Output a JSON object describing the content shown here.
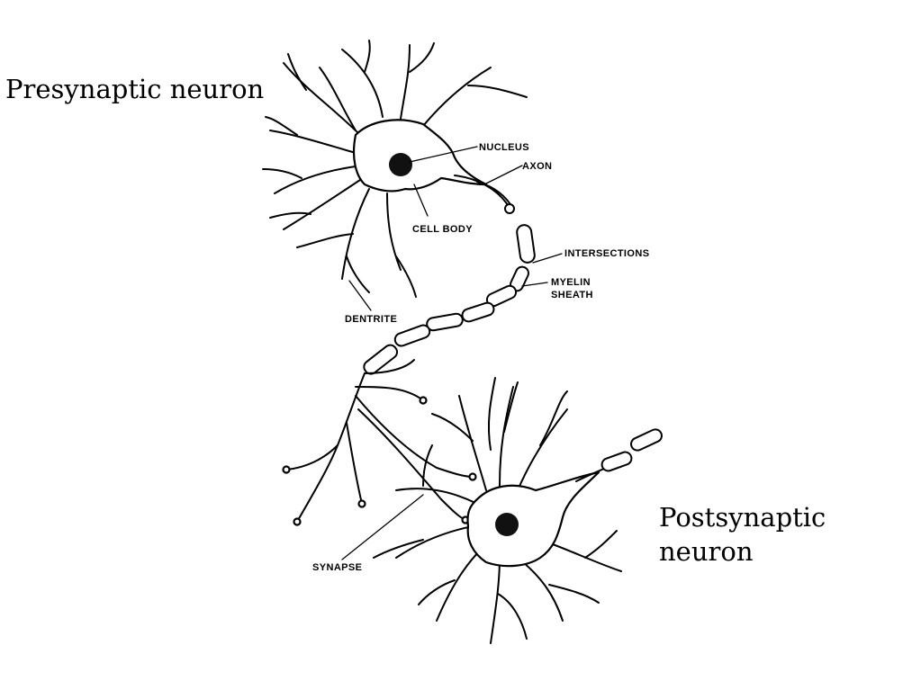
{
  "labels": {
    "presynaptic": "Presynaptic neuron",
    "postsynaptic": "Postsynaptic\nneuron"
  },
  "parts": {
    "nucleus": "NUCLEUS",
    "axon": "AXON",
    "cell_body": "CELL BODY",
    "intersections": "INTERSECTIONS",
    "myelin_1": "MYELIN",
    "myelin_2": "SHEATH",
    "dentrite": "DENTRITE",
    "synapse": "SYNAPSE"
  }
}
